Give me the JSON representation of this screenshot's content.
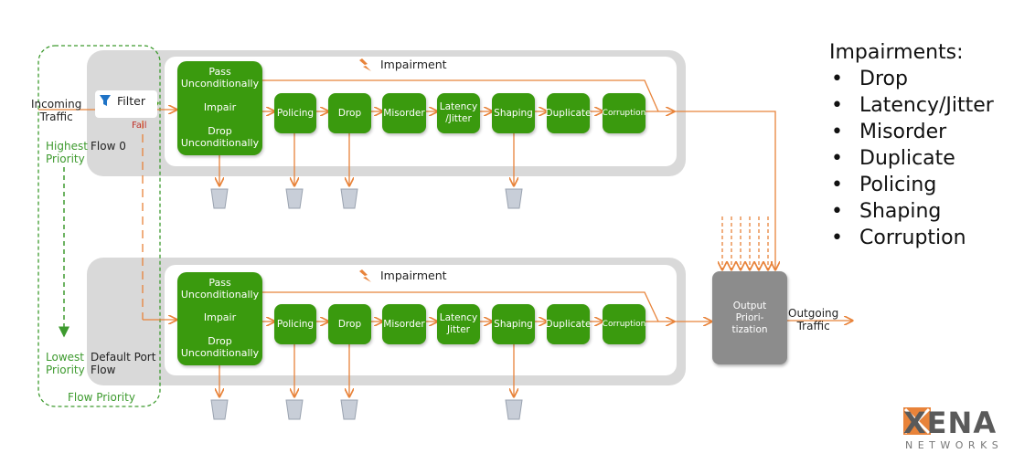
{
  "incoming_label": "Incoming\nTraffic",
  "filter_label": "Filter",
  "fail_label": "Fail",
  "highest_priority": "Highest\nPriority",
  "lowest_priority": "Lowest\nPriority",
  "flow_priority": "Flow Priority",
  "flow0_label": "Flow 0",
  "default_flow_label": "Default Port\nFlow",
  "impairment_label": "Impairment",
  "stack": {
    "pass": "Pass\nUnconditionally",
    "impair": "Impair",
    "drop": "Drop\nUnconditionally"
  },
  "row1_boxes": [
    "Policing",
    "Drop",
    "Misorder",
    "Latency\n/Jitter",
    "Shaping",
    "Duplicate",
    "Corruption"
  ],
  "row2_boxes": [
    "Policing",
    "Drop",
    "Misorder",
    "Latency\nJitter",
    "Shaping",
    "Duplicate",
    "Corruption"
  ],
  "output_label": "Output\nPriori-\ntization",
  "outgoing_label": "Outgoing\nTraffic",
  "legend": {
    "title": "Impairments:",
    "items": [
      "Drop",
      "Latency/Jitter",
      "Misorder",
      "Duplicate",
      "Policing",
      "Shaping",
      "Corruption"
    ]
  },
  "logo": {
    "word": "XENA",
    "sub": "NETWORKS"
  },
  "colors": {
    "green": "#3a9a0e",
    "orange": "#e8833a",
    "panel": "#d9d9d9",
    "output": "#8c8c8c",
    "priority_green": "#3d9a2e"
  }
}
